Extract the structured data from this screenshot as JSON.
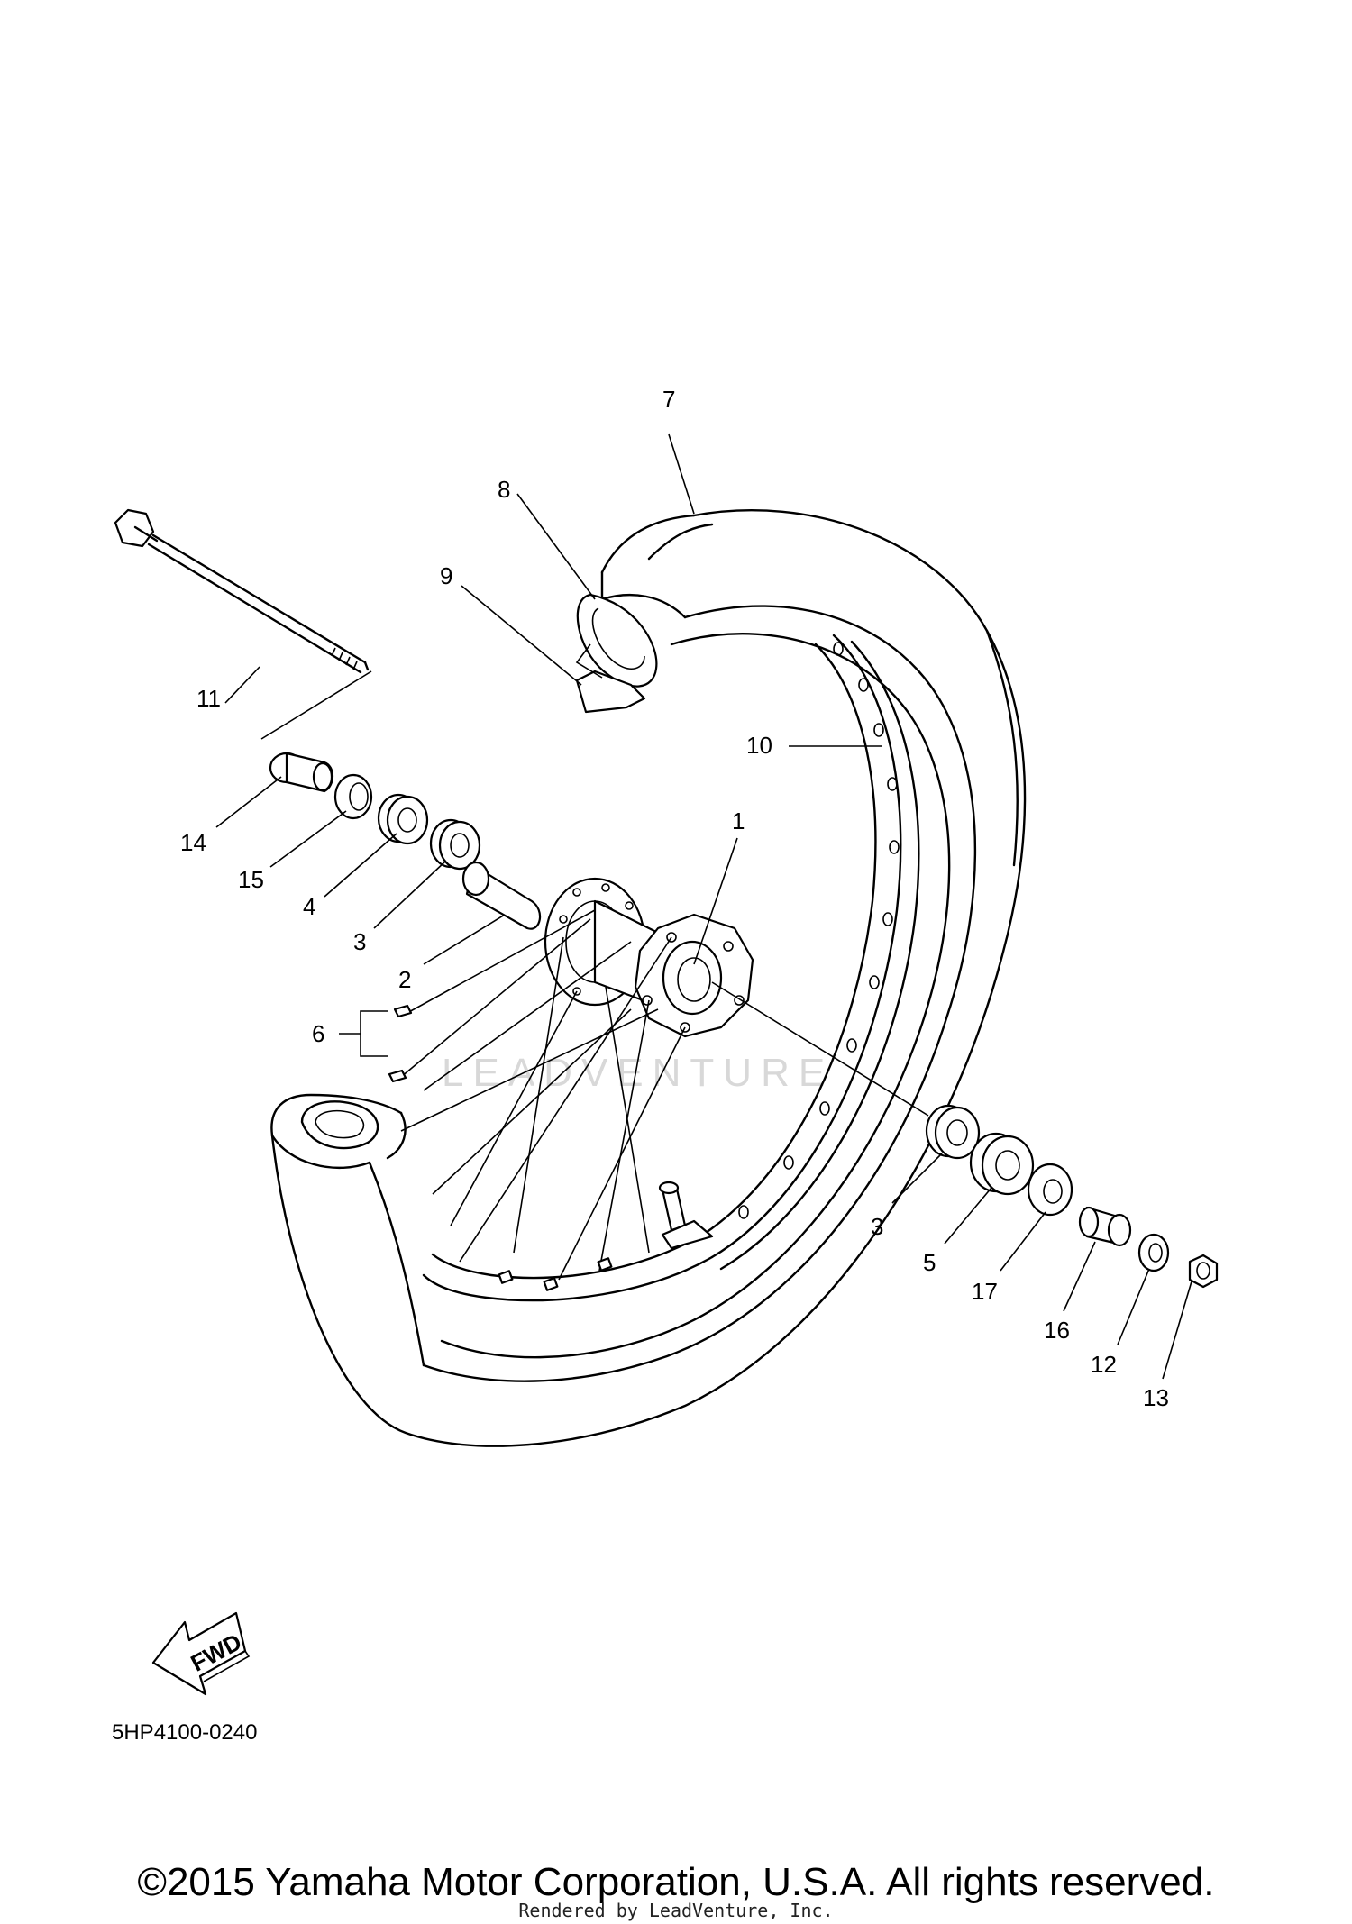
{
  "diagram_code": "5HP4100-0240",
  "fwd_label": "FWD",
  "watermark": "LEADVENTURE",
  "copyright": "©2015 Yamaha Motor Corporation, U.S.A. All rights reserved.",
  "rendered_by": "Rendered by LeadVenture, Inc.",
  "callouts": {
    "c1": "1",
    "c2": "2",
    "c3a": "3",
    "c3b": "3",
    "c4": "4",
    "c5": "5",
    "c6": "6",
    "c7": "7",
    "c8": "8",
    "c9": "9",
    "c10": "10",
    "c11": "11",
    "c12": "12",
    "c13": "13",
    "c14": "14",
    "c15": "15",
    "c16": "16",
    "c17": "17"
  }
}
